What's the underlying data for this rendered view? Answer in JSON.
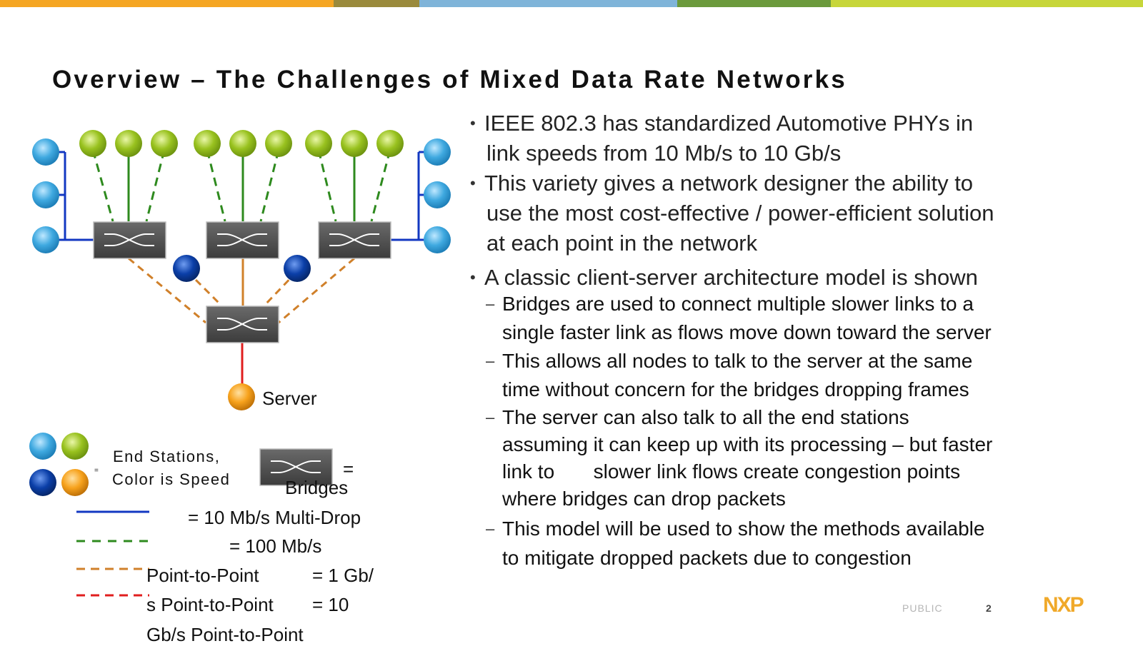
{
  "colors": {
    "topbar": [
      "#f5a623",
      "#9a8a3c",
      "#7fb4d9",
      "#6b9a3c",
      "#c7d63a"
    ],
    "light_blue": "#3fa9e0",
    "green": "#99c21f",
    "dark_blue": "#0b3fa8",
    "orange": "#f7a21c",
    "line_10mb": "#1338c2",
    "line_100mb": "#2e8a1e",
    "line_1gb": "#d0802a",
    "line_10gb": "#e01e1e",
    "bridge": "#4f4f4f"
  },
  "slide": {
    "title": "Overview – The Challenges of Mixed Data Rate Networks"
  },
  "diagram": {
    "server_label": "Server"
  },
  "legend": {
    "end_stations_line1": "End Stations,",
    "end_stations_line2": "Color is Speed",
    "small_eq": "=",
    "bridges_eq": "=",
    "bridges_label": "Bridges",
    "line1": "= 10 Mb/s Multi-Drop",
    "line2": "= 100 Mb/s",
    "line3a": "Point-to-Point",
    "line3b": "= 1 Gb/",
    "line4a": "s Point-to-Point",
    "line4b": "= 10",
    "line5": "Gb/s Point-to-Point"
  },
  "bullets": {
    "b1_l1": "IEEE 802.3 has standardized Automotive PHYs in",
    "b1_l2": "link speeds from 10 Mb/s to 10 Gb/s",
    "b2_l1": "This variety gives a network designer the ability to",
    "b2_l2": "use the most cost-effective / power-efficient solution",
    "b2_l3": "at each point in the network",
    "b3_l1": "A classic client-server architecture model is shown",
    "s1_l1": "Bridges are used to connect multiple slower links to a",
    "s1_l2": "single faster link as flows move down toward the server",
    "s2_l1": "This allows all nodes to talk to the server at the same",
    "s2_l2": "time without concern for the bridges dropping frames",
    "s3_l1": "The server can also talk to all the end stations",
    "s3_l2": "assuming it can keep up with its processing – but faster",
    "s3_l3": "link to       slower link flows create congestion points",
    "s3_l4": "where bridges can drop packets",
    "s4_l1": "This model will be used to show the methods available",
    "s4_l2": "to mitigate dropped packets due to congestion"
  },
  "footer": {
    "classification": "PUBLIC",
    "page": "2",
    "logo": "NXP"
  }
}
